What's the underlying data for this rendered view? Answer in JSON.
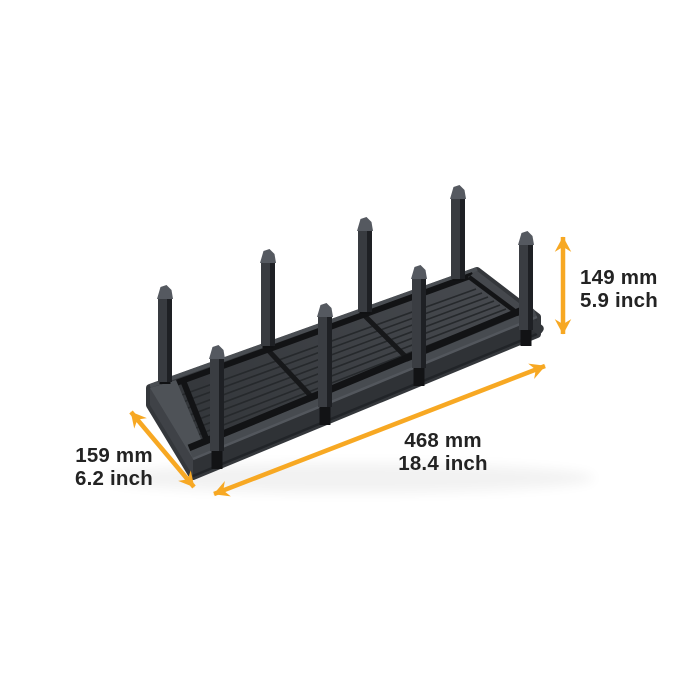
{
  "image": {
    "description": "Dimensions diagram of a dark grey plastic plate organizer rack with eight vertical pegs on a slatted rectangular base, shown in perspective on a white background with orange measurement arrows"
  },
  "colors": {
    "accent": "#F7A823",
    "text": "#232323",
    "background": "#ffffff",
    "product_body": "#3a3d42"
  },
  "dimensions": {
    "height": {
      "mm": "149 mm",
      "inch": "5.9 inch"
    },
    "width": {
      "mm": "468 mm",
      "inch": "18.4 inch"
    },
    "depth": {
      "mm": "159 mm",
      "inch": "6.2 inch"
    }
  }
}
